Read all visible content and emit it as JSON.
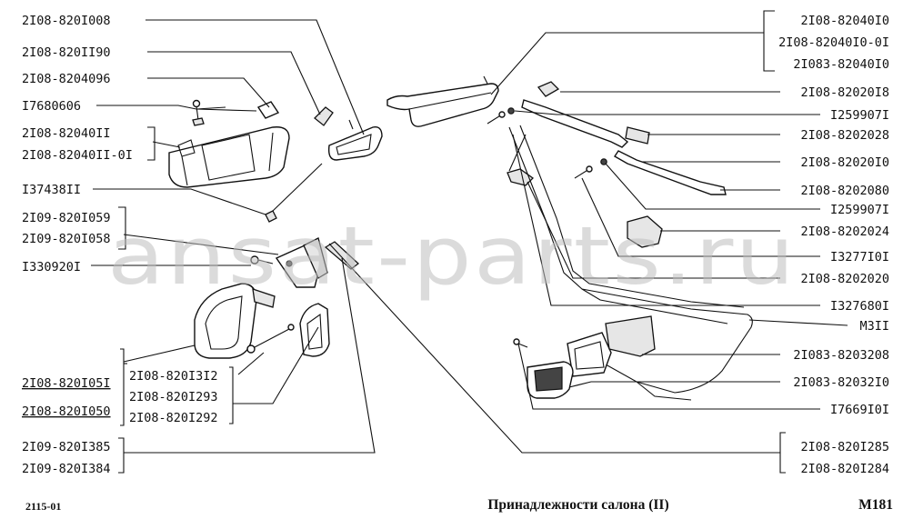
{
  "left_labels": [
    "2I08-820I008",
    "2I08-820II90",
    "2I08-8204096",
    "I7680606",
    "2I08-82040II",
    "2I08-82040II-0I",
    "I37438II",
    "2I09-820I059",
    "2I09-820I058",
    "I330920I",
    "2I08-820I05I",
    "2I08-820I050",
    "2I08-820I3I2",
    "2I08-820I293",
    "2I08-820I292",
    "2I09-820I385",
    "2I09-820I384"
  ],
  "right_labels": [
    "2I08-82040I0",
    "2I08-82040I0-0I",
    "2I083-82040I0",
    "2I08-82020I8",
    "I259907I",
    "2I08-8202028",
    "2I08-82020I0",
    "2I08-8202080",
    "I259907I",
    "2I08-8202024",
    "I3277I0I",
    "2I08-8202020",
    "I327680I",
    "M3II",
    "2I083-8203208",
    "2I083-82032I0",
    "I7669I0I",
    "2I08-820I285",
    "2I08-820I284"
  ],
  "watermark": "ansat-parts.ru",
  "footer": {
    "left": "2115-01",
    "title": "Принадлежности салона (II)",
    "right": "M181"
  }
}
